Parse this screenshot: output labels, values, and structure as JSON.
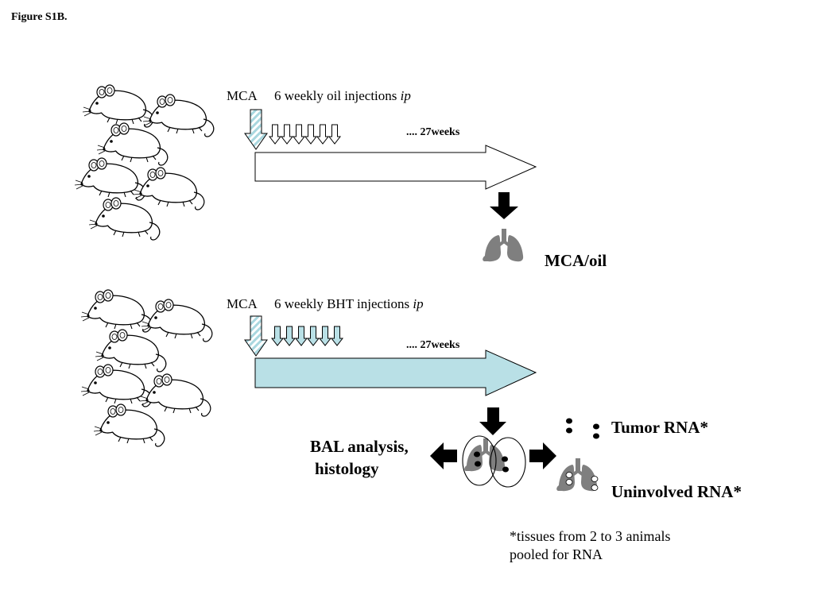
{
  "figure_label": "Figure S1B.",
  "group_oil": {
    "mca_label": "MCA",
    "injection_label": "6 weekly oil injections",
    "route_label": "ip",
    "duration_label": ".... 27weeks",
    "outcome_label": "MCA/oil"
  },
  "group_bht": {
    "mca_label": "MCA",
    "injection_label": "6 weekly BHT injections",
    "route_label": "ip",
    "duration_label": ".... 27weeks",
    "bal_label_line1": "BAL analysis,",
    "bal_label_line2": "histology",
    "tumor_label": "Tumor RNA*",
    "uninvolved_label": "Uninvolved RNA*"
  },
  "footnote": {
    "line1": "*tissues from 2 to 3 animals",
    "line2": "pooled for RNA"
  },
  "colors": {
    "bht_arrow_fill": "#b9e0e6",
    "mca_stripe": "#a9d7df",
    "lung_gray": "#7f7f7f"
  },
  "icons": {
    "animal": "mouse-icon",
    "organ": "lung-icon"
  }
}
